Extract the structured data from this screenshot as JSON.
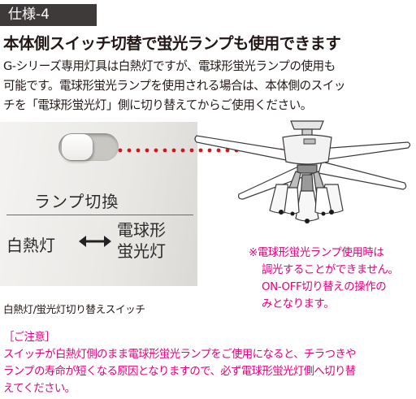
{
  "badge": {
    "label": "仕様-4"
  },
  "headline": "本体側スイッチ切替で蛍光ランプも使用できます",
  "intro": {
    "lines": [
      "G-シリーズ専用灯具は白熱灯ですが、電球形蛍光ランプの使用も",
      "可能です。電球形蛍光ランプを使用される場合は、本体側のスイッ",
      "チを「電球形蛍光灯」側に切り替えてからご使用ください。"
    ]
  },
  "photo": {
    "lamp_switch_label": "ランプ切換",
    "incandescent_label": "白熱灯",
    "cfl_label_lines": [
      "電球形",
      "蛍光灯"
    ],
    "caption": "白熱灯/蛍光灯切り替えスイッチ"
  },
  "note": {
    "lines": [
      "※電球形蛍光ランプ使用時は",
      "調光することができません。",
      "ON-OFF切り替えの操作の",
      "みとなります。"
    ]
  },
  "caution": {
    "heading": "［ご注意］",
    "lines": [
      "スイッチが白熱灯側のまま電球形蛍光ランプをご使用になると、チラつきや",
      "ランプの寿命が短くなる原因となりますので、必ず電球形蛍光灯側へ切り替",
      "えてください。"
    ]
  },
  "colors": {
    "badge_bg": "#3e3a39",
    "accent_pink": "#e4007f",
    "dotted_arrow": "#d7141a",
    "text": "#231815"
  },
  "icons": [
    "double-arrow-icon",
    "dotted-arrow-icon",
    "ceiling-fan-illustration"
  ]
}
